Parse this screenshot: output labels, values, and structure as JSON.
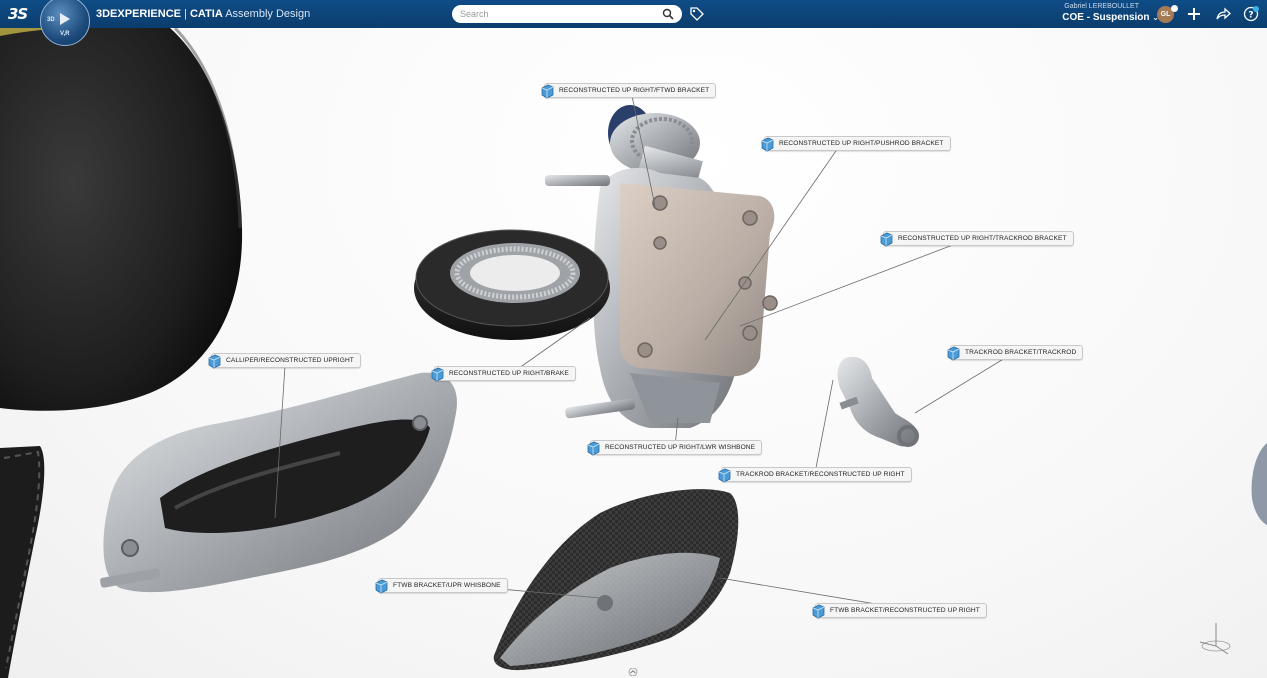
{
  "topbar": {
    "brand_bold": "3DEXPERIENCE",
    "brand_sep": " | ",
    "app_bold": "CATIA",
    "app_rest": " Assembly Design",
    "search_placeholder": "Search",
    "user_name": "Gabriel LEREBOULLET",
    "collab_space": "COE - Suspension",
    "avatar_initials": "GL",
    "compass_labels": {
      "left": "3D",
      "bottom": "V,R"
    },
    "icons": [
      "ds-logo-icon",
      "compass-icon",
      "search-icon",
      "tag-icon",
      "chevron-down-icon",
      "plus-icon",
      "share-icon",
      "help-icon"
    ]
  },
  "labels": [
    {
      "id": "ftwd-bracket",
      "text": "RECONSTRUCTED UP RIGHT/FTWD BRACKET"
    },
    {
      "id": "pushrod-bracket",
      "text": "RECONSTRUCTED UP RIGHT/PUSHROD BRACKET"
    },
    {
      "id": "trackrod-bracket",
      "text": "RECONSTRUCTED UP RIGHT/TRACKROD BRACKET"
    },
    {
      "id": "trackrod",
      "text": "TRACKROD BRACKET/TRACKROD"
    },
    {
      "id": "calliper",
      "text": "CALLIPER/RECONSTRUCTED UPRIGHT"
    },
    {
      "id": "brake",
      "text": "RECONSTRUCTED UP RIGHT/BRAKE"
    },
    {
      "id": "lwr-wishbone",
      "text": "RECONSTRUCTED UP RIGHT/LWR WISHBONE"
    },
    {
      "id": "trackrod-upright",
      "text": "TRACKROD BRACKET/RECONSTRUCTED UP RIGHT"
    },
    {
      "id": "upr-whisbone",
      "text": "FTWB BRACKET/UPR WHISBONE"
    },
    {
      "id": "ftwb-upright",
      "text": "FTWB BRACKET/RECONSTRUCTED UP RIGHT"
    }
  ],
  "colors": {
    "topbar": "#0f4c86",
    "label_bg": "#f5f5f5",
    "cube_icon": "#4a9bd6",
    "tire": "#1c1c1c",
    "metal": "#b9bcc0"
  }
}
